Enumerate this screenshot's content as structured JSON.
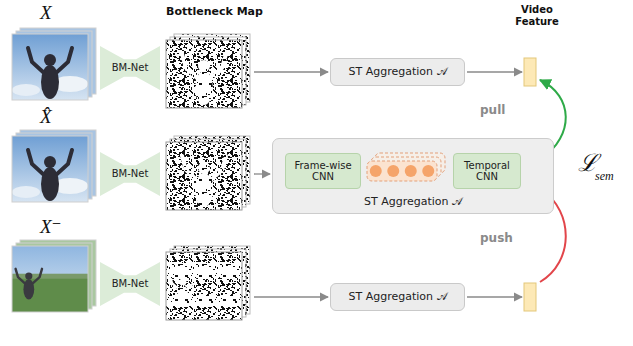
{
  "diagram": {
    "nodes": [
      {
        "text": [
          "BM-Net"
        ]
      },
      {
        "text": [
          "ST Aggregation 𝒜"
        ]
      },
      {
        "text": [
          "BM-Net"
        ]
      },
      {
        "text": [
          "ST Aggregation 𝒜"
        ]
      },
      {
        "text": [
          "Frame-wise CNN"
        ],
        "in": 3
      },
      {
        "text": [
          "Temporal CNN"
        ],
        "in": 3
      },
      {
        "text": [
          "BM-Net"
        ]
      },
      {
        "text": [
          "ST Aggregation 𝒜"
        ]
      }
    ],
    "labels": [
      "X",
      "Bottleneck Map",
      "Video Feature",
      "X̂",
      "pull",
      "ℒ",
      "sem",
      "push",
      "X⁻"
    ]
  }
}
